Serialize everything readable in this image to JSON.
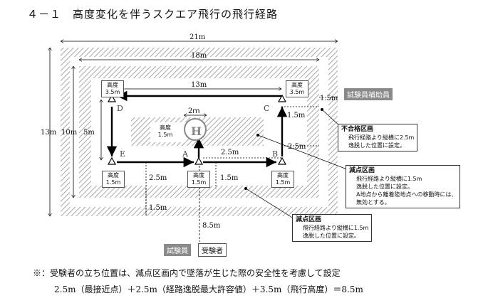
{
  "title": "４－１　高度変化を伴うスクエア飛行の飛行経路",
  "dims": {
    "outer_width": "21m",
    "inner_width": "18m",
    "route_width": "13m",
    "outer_height": "13m",
    "inner_height": "10m",
    "route_height": "5m",
    "center_gap": "2ｍ",
    "side_gap": "1.5m",
    "side_gap_c": "1.5m",
    "right_gap": "2.5m",
    "center_right": "2.5m",
    "bottom_left": "2.5m",
    "bottom_center": "1.5m",
    "bottom_outer": "1.5m",
    "distance": "8.5m"
  },
  "points": {
    "A": "A",
    "B": "B",
    "C": "C",
    "D": "D",
    "E": "E"
  },
  "altitude_label": "高度",
  "altitudes": {
    "d": "3.5m",
    "c": "3.5m",
    "e": "1.5m",
    "a": "1.5m",
    "b": "1.5m",
    "center": "1.5m"
  },
  "helipad": "H",
  "labels": {
    "assistant": "試験員補助員",
    "examiner": "試験員",
    "examinee": "受験者"
  },
  "zones": {
    "fail": {
      "title": "不合格区画",
      "line1": "飛行経路より縦横に2.5m",
      "line2": "逸脱した位置に設定。"
    },
    "deduct1": {
      "title": "減点区画",
      "line1": "飛行経路より縦横に1.5m",
      "line2": "逸脱した位置に設定。",
      "line3": "A地点から離着陸地点への移動時には、",
      "line4": "無効とする。"
    },
    "deduct2": {
      "title": "減点区画",
      "line1": "飛行経路より縦横に1.5m",
      "line2": "逸脱した位置に設定。"
    }
  },
  "notes": {
    "line1": "※：受験者の立ち位置は、減点区画内で墜落が生じた際の安全性を考慮して設定",
    "line2": "2.5m（最接近点）＋2.5m（経路逸脱最大許容値）＋3.5m（飛行高度）＝8.5m"
  },
  "colors": {
    "hatch": "#b5b5b5",
    "tag_bg": "#8a8a8a",
    "route": "#000000"
  }
}
